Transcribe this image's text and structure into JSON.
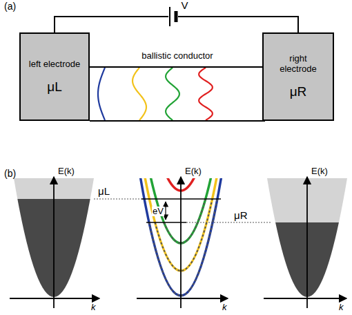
{
  "diagram": {
    "nodes": [
      {
        "text": [
          "left electrode",
          "μL"
        ]
      },
      {
        "text": [
          "ballistic conductor"
        ]
      },
      {
        "text": [
          "right electrode",
          "μR"
        ]
      }
    ],
    "edges": [
      {
        "from": 0,
        "to": 2,
        "arrow": "none",
        "label": "V"
      }
    ],
    "labels": [
      "(a)",
      "(b)",
      "E(k)",
      "k",
      "μL",
      "E(k)",
      "eV",
      "k",
      "μR",
      "E(k)",
      "k"
    ]
  }
}
